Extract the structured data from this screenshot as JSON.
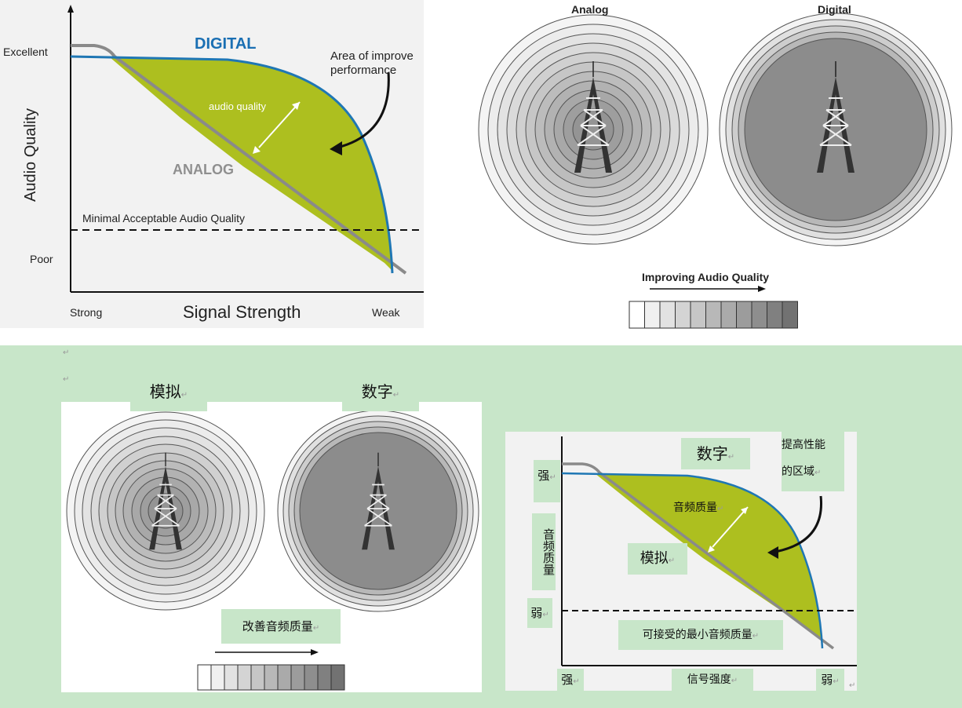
{
  "top_left_chart": {
    "title": "DIGITAL",
    "analog_label": "ANALOG",
    "arrow_label": "audio quality",
    "annotation_line1": "Area of improve",
    "annotation_line2": "performance",
    "y_axis_label": "Audio Quality",
    "y_excellent": "Excellent",
    "y_poor": "Poor",
    "threshold_label": "Minimal Acceptable Audio Quality",
    "x_strong": "Strong",
    "x_axis_label": "Signal Strength",
    "x_weak": "Weak"
  },
  "top_right_coverage": {
    "analog_label": "Analog",
    "digital_label": "Digital",
    "quality_label": "Improving Audio Quality",
    "scale_colors": [
      "#ffffff",
      "#f0f0f0",
      "#e2e2e2",
      "#d4d4d4",
      "#c6c6c6",
      "#b8b8b8",
      "#aaaaaa",
      "#9c9c9c",
      "#8e8e8e",
      "#808080",
      "#727272"
    ]
  },
  "bottom_section": {
    "background_color": "#c8e6c9",
    "paragraph_mark": "↵",
    "coverage": {
      "analog_label": "模拟",
      "digital_label": "数字",
      "quality_label": "改善音频质量"
    },
    "chart": {
      "strong_top": "强",
      "y_axis_label": "音频质量",
      "weak_mid": "弱",
      "digital_label": "数字",
      "annotation_line1": "提高性能",
      "annotation_line2": "的区域",
      "arrow_label": "音频质量",
      "analog_label": "模拟",
      "threshold_label": "可接受的最小音频质量",
      "x_strong": "强",
      "x_axis_label": "信号强度",
      "x_weak": "弱"
    }
  },
  "colors": {
    "digital_curve": "#1f77b4",
    "analog_curve": "#8a8a8a",
    "improvement_area": "#adbf1f",
    "digital_label": "#1a6fb3",
    "analog_label": "#8f8f8f"
  }
}
